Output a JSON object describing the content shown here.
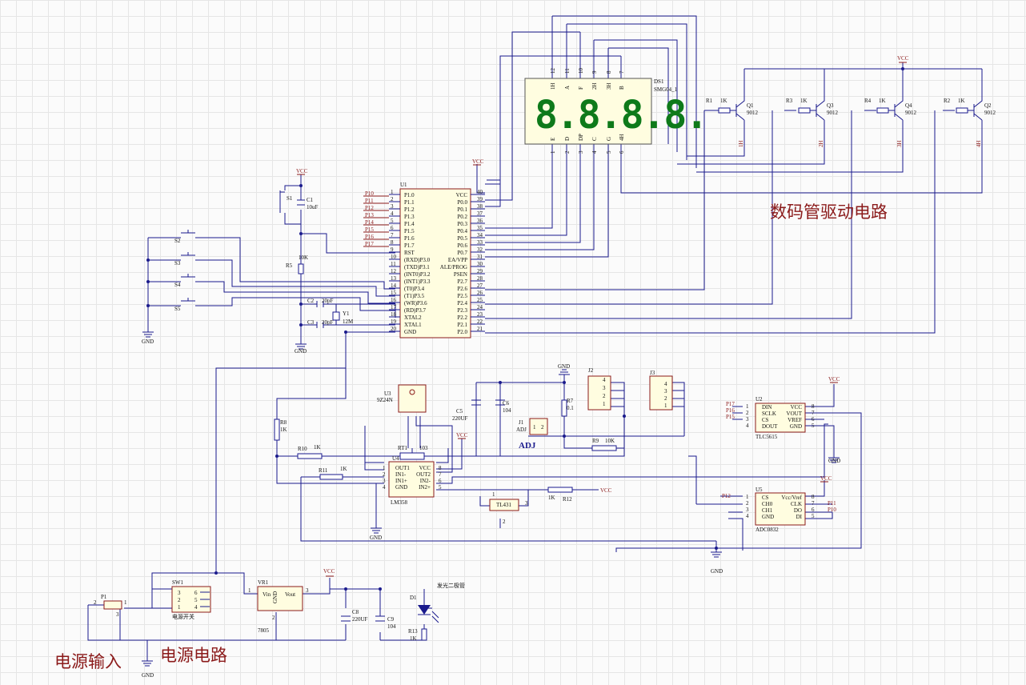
{
  "title_main": "数码管驱动电路",
  "title_power": "电源电路",
  "title_input": "电源输入",
  "led_label": "发光二极管",
  "switch_label": "电源开关",
  "power": {
    "vcc": "VCC",
    "gnd": "GND"
  },
  "u1": {
    "ref": "U1",
    "left_pins": [
      "P1.0",
      "P1.1",
      "P1.2",
      "P1.3",
      "P1.4",
      "P1.5",
      "P1.6",
      "P1.7",
      "RST",
      "(RXD)P3.0",
      "(TXD)P3.1",
      "(INT0)P3.2",
      "(INT1)P3.3",
      "(T0)P3.4",
      "(T1)P3.5",
      "(WR)P3.6",
      "(RD)P3.7",
      "XTAL2",
      "XTAL1",
      "GND"
    ],
    "right_pins": [
      "VCC",
      "P0.0",
      "P0.1",
      "P0.2",
      "P0.3",
      "P0.4",
      "P0.5",
      "P0.6",
      "P0.7",
      "EA/VPP",
      "ALE/PROG",
      "PSEN",
      "P2.7",
      "P2.6",
      "P2.5",
      "P2.4",
      "P2.3",
      "P2.2",
      "P2.1",
      "P2.0"
    ],
    "left_nums": [
      "1",
      "2",
      "3",
      "4",
      "5",
      "6",
      "7",
      "8",
      "9",
      "10",
      "11",
      "12",
      "13",
      "14",
      "15",
      "16",
      "17",
      "18",
      "19",
      "20"
    ],
    "right_nums": [
      "40",
      "39",
      "38",
      "37",
      "36",
      "35",
      "34",
      "33",
      "32",
      "31",
      "30",
      "29",
      "28",
      "27",
      "26",
      "25",
      "24",
      "23",
      "22",
      "21"
    ],
    "net_labels": [
      "P10",
      "P11",
      "P12",
      "P13",
      "P14",
      "P15",
      "P16",
      "P17"
    ]
  },
  "ds1": {
    "ref": "DS1",
    "part": "SMG04_1",
    "digits": "8.8.8.8.",
    "top_names": [
      "1H",
      "A",
      "F",
      "2H",
      "3H",
      "B"
    ],
    "top_nums": [
      "12",
      "11",
      "10",
      "9",
      "8",
      "7"
    ],
    "bottom_names": [
      "E",
      "D",
      "DP",
      "C",
      "G",
      "4H"
    ],
    "bottom_nums": [
      "1",
      "2",
      "3",
      "4",
      "5",
      "6"
    ]
  },
  "transistors": [
    {
      "ref": "Q1",
      "part": "9012",
      "res": "R1",
      "val": "1K",
      "label": "1H"
    },
    {
      "ref": "Q3",
      "part": "9012",
      "res": "R3",
      "val": "1K",
      "label": "2H"
    },
    {
      "ref": "Q4",
      "part": "9012",
      "res": "R4",
      "val": "1K",
      "label": "3H"
    },
    {
      "ref": "Q2",
      "part": "9012",
      "res": "R2",
      "val": "1K",
      "label": "4H"
    }
  ],
  "switches": [
    "S2",
    "S3",
    "S4",
    "S5"
  ],
  "reset": {
    "s1": "S1",
    "c1": "C1",
    "c1_val": "10uF",
    "r5": "R5",
    "r5_val": "10K"
  },
  "crystal": {
    "c2": "C2",
    "c2_val": "20pF",
    "c3": "C3",
    "c3_val": "20pF",
    "y1": "Y1",
    "y1_val": "12M"
  },
  "u3": {
    "ref": "U3",
    "part": "9Z24N"
  },
  "caps": {
    "c5": "C5",
    "c5_val": "220UF",
    "c6": "C6",
    "c6_val": "104",
    "c8": "C8",
    "c8_val": "220UF",
    "c9": "C9",
    "c9_val": "104"
  },
  "res": {
    "r7": "R7",
    "r7_val": "0.1",
    "r8": "R8",
    "r8_val": "1K",
    "r9": "R9",
    "r9_val": "10K",
    "r10": "R10",
    "r10_val": "1K",
    "r11": "R11",
    "r11_val": "1K",
    "r12": "R12",
    "r12_val": "1K",
    "r13": "R13",
    "r13_val": "1K",
    "rt1": "RT1",
    "rt1_val": "103"
  },
  "j": {
    "j1": "J1",
    "j1_pin": "ADJ",
    "adj": "ADJ",
    "j2": "J2",
    "j3": "J3",
    "pins": [
      "4",
      "3",
      "2",
      "1"
    ]
  },
  "u4": {
    "ref": "U4",
    "part": "LM358",
    "left": [
      "OUT1",
      "IN1-",
      "IN1+",
      "GND"
    ],
    "right": [
      "VCC",
      "OUT2",
      "IN2-",
      "IN2+"
    ],
    "lnums": [
      "1",
      "2",
      "3",
      "4"
    ],
    "rnums": [
      "8",
      "7",
      "6",
      "5"
    ]
  },
  "tl431": {
    "part": "TL431",
    "pins": [
      "1",
      "2",
      "3"
    ]
  },
  "u2": {
    "ref": "U2",
    "part": "TLC5615",
    "left": [
      "DIN",
      "SCLK",
      "CS",
      "DOUT"
    ],
    "right": [
      "VCC",
      "VOUT",
      "VREF",
      "GND"
    ],
    "labels": [
      "P17",
      "P16",
      "P15"
    ],
    "lnums": [
      "1",
      "2",
      "3",
      "4"
    ],
    "rnums": [
      "8",
      "7",
      "6",
      "5"
    ]
  },
  "u5": {
    "ref": "U5",
    "part": "ADC0832",
    "left": [
      "CS",
      "CH0",
      "CH1",
      "GND"
    ],
    "right": [
      "Vcc/Vref",
      "CLK",
      "DO",
      "DI"
    ],
    "labels": [
      "P12",
      "P11",
      "P10"
    ],
    "lnums": [
      "1",
      "2",
      "3",
      "4"
    ],
    "rnums": [
      "8",
      "7",
      "6",
      "5"
    ]
  },
  "vr1": {
    "ref": "VR1",
    "part": "7805",
    "pins": [
      "Vin",
      "GND",
      "Vout"
    ],
    "nums": [
      "1",
      "2",
      "3"
    ]
  },
  "sw1": {
    "ref": "SW1",
    "nums": [
      "3",
      "2",
      "1",
      "6",
      "5",
      "4"
    ]
  },
  "p1": {
    "ref": "P1",
    "nums": [
      "2",
      "1",
      "3"
    ]
  },
  "d1": {
    "ref": "D1"
  }
}
